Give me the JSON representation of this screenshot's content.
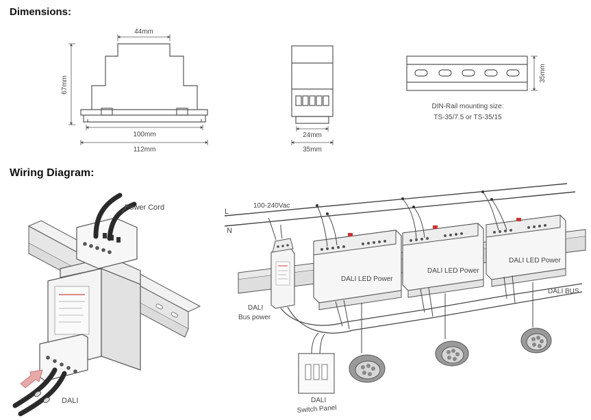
{
  "headings": {
    "dimensions": "Dimensions:",
    "wiring": "Wiring Diagram:"
  },
  "front_view": {
    "width_top": "44mm",
    "height": "67mm",
    "width_inner": "100mm",
    "width_outer": "112mm"
  },
  "side_view": {
    "width_inner": "24mm",
    "width_outer": "35mm"
  },
  "din_rail": {
    "height": "35mm",
    "caption_line1": "DIN-Rail mounting size:",
    "caption_line2": "TS-35/7.5 or TS-35/15"
  },
  "wiring_left": {
    "power_cord": "Power Cord",
    "dali": "DALI"
  },
  "wiring_right": {
    "voltage": "100-240Vac",
    "line_l": "L",
    "line_n": "N",
    "bus_power_line1": "DALI",
    "bus_power_line2": "Bus power",
    "driver_label": "DALI LED Power",
    "dali_bus": "DALI BUS",
    "switch_line1": "DALI",
    "switch_line2": "Switch Panel"
  }
}
